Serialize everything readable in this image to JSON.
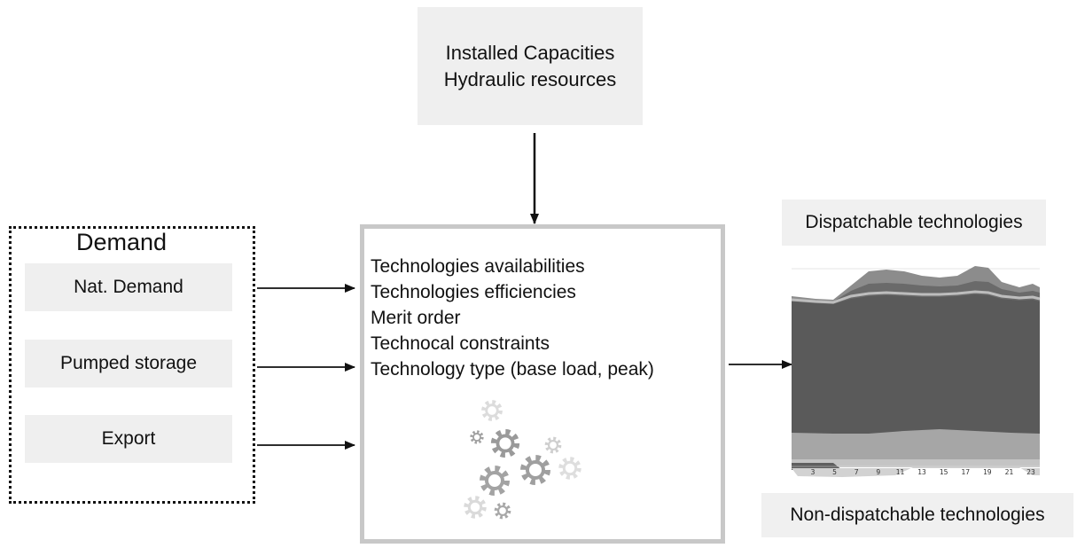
{
  "top_box": {
    "line1": "Installed Capacities",
    "line2": "Hydraulic resources"
  },
  "demand": {
    "title": "Demand",
    "items": [
      {
        "label": "Nat. Demand"
      },
      {
        "label": "Pumped storage"
      },
      {
        "label": "Export"
      }
    ]
  },
  "center_box": {
    "lines": [
      "Technologies availabilities",
      "Technologies efficiencies",
      "Merit order",
      "Technocal constraints",
      "Technology type (base load, peak)"
    ],
    "icon": "gears-icon"
  },
  "output": {
    "dispatchable_label": "Dispatchable technologies",
    "non_dispatchable_label": "Non-dispatchable technologies",
    "chart_x_ticks": [
      "3",
      "5",
      "7",
      "9",
      "11",
      "13",
      "15",
      "17",
      "19",
      "21",
      "23"
    ]
  },
  "colors": {
    "box_fill": "#efefef",
    "center_border": "#c8c8c8",
    "arrow": "#111111",
    "gear_dark": "#9a9a9a",
    "gear_light": "#d8d8d8",
    "chart_dark": "#5a5a5a",
    "chart_mid": "#8c8c8c",
    "chart_light": "#a8a8a8"
  }
}
